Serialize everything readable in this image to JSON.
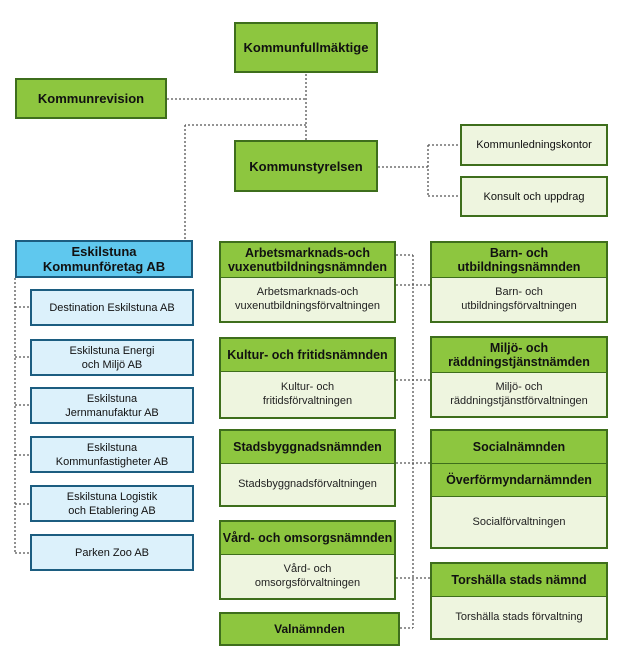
{
  "top": {
    "kommunfullmaktige": "Kommunfullmäktige",
    "kommunrevision": "Kommunrevision",
    "kommunstyrelsen": "Kommunstyrelsen",
    "kommunledningskontor": "Kommunledningskontor",
    "konsult": "Konsult och uppdrag"
  },
  "companies": {
    "header_line1": "Eskilstuna",
    "header_line2": "Kommunföretag AB",
    "items": [
      {
        "line1": "Destination Eskilstuna AB",
        "line2": ""
      },
      {
        "line1": "Eskilstuna Energi",
        "line2": "och Miljö AB"
      },
      {
        "line1": "Eskilstuna",
        "line2": "Jernmanufaktur AB"
      },
      {
        "line1": "Eskilstuna",
        "line2": "Kommunfastigheter AB"
      },
      {
        "line1": "Eskilstuna Logistik",
        "line2": "och Etablering AB"
      },
      {
        "line1": "Parken Zoo AB",
        "line2": ""
      }
    ]
  },
  "middle": [
    {
      "head1": "Arbetsmarknads-och",
      "head2": "vuxenutbildningsnämnden",
      "body1": "Arbetsmarknads-och",
      "body2": "vuxenutbildningsförvaltningen"
    },
    {
      "head1": "Kultur- och fritidsnämnden",
      "head2": "",
      "body1": "Kultur- och",
      "body2": "fritidsförvaltningen"
    },
    {
      "head1": "Stadsbyggnadsnämnden",
      "head2": "",
      "body1": "Stadsbyggnadsförvaltningen",
      "body2": ""
    },
    {
      "head1": "Vård- och omsorgsnämnden",
      "head2": "",
      "body1": "Vård- och",
      "body2": "omsorgsförvaltningen"
    }
  ],
  "valnamnden": "Valnämnden",
  "right": [
    {
      "head1": "Barn- och",
      "head2": "utbildningsnämnden",
      "body1": "Barn- och",
      "body2": "utbildningsförvaltningen"
    },
    {
      "head1": "Miljö- och",
      "head2": "räddningstjänstnämden",
      "body1": "Miljö- och",
      "body2": "räddningstjänstförvaltningen"
    }
  ],
  "social": {
    "head1": "Socialnämnden",
    "head2": "Överförmyndarnämnden",
    "body": "Socialförvaltningen"
  },
  "torshalla": {
    "head": "Torshälla stads nämnd",
    "body": "Torshälla stads förvaltning"
  }
}
